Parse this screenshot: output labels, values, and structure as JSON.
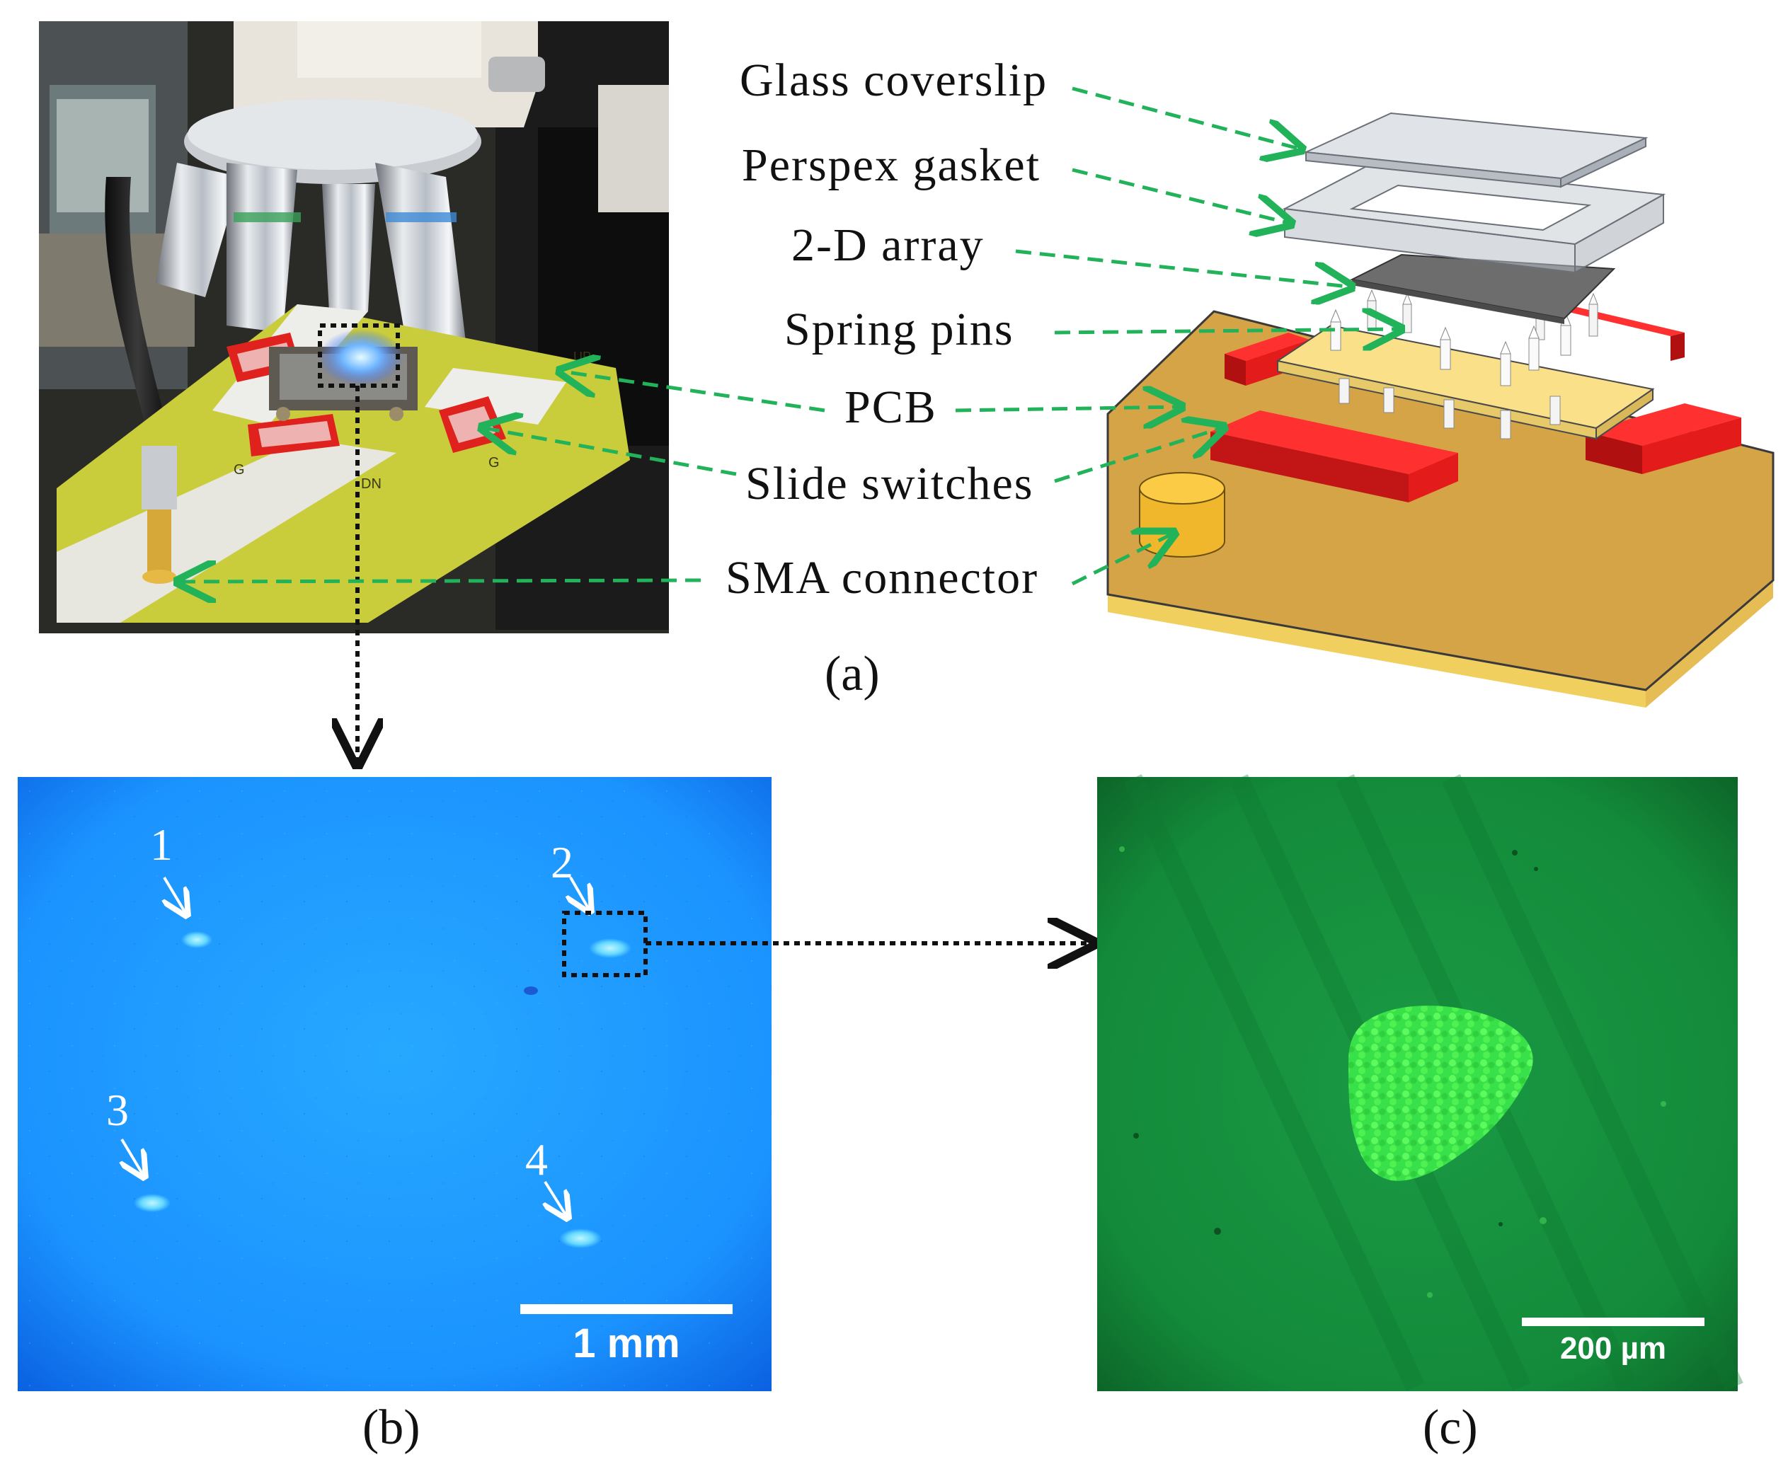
{
  "callouts": {
    "glass_coverslip": "Glass coverslip",
    "perspex_gasket": "Perspex gasket",
    "array_2d": "2-D array",
    "spring_pins": "Spring pins",
    "pcb": "PCB",
    "slide_switches": "Slide switches",
    "sma_connector": "SMA connector"
  },
  "panels": {
    "a": "(a)",
    "b": "(b)",
    "c": "(c)"
  },
  "panel_b": {
    "spots": [
      "1",
      "2",
      "3",
      "4"
    ],
    "scale_bar": "1 mm"
  },
  "panel_c": {
    "scale_bar": "200 µm"
  },
  "colors": {
    "callout_arrow": "#22b35a",
    "pcb_gold": "#d9a53c",
    "switch_red": "#e31b1b",
    "fluorescence_blue": "#1a8cff",
    "fluorescence_green": "#138a3a"
  }
}
